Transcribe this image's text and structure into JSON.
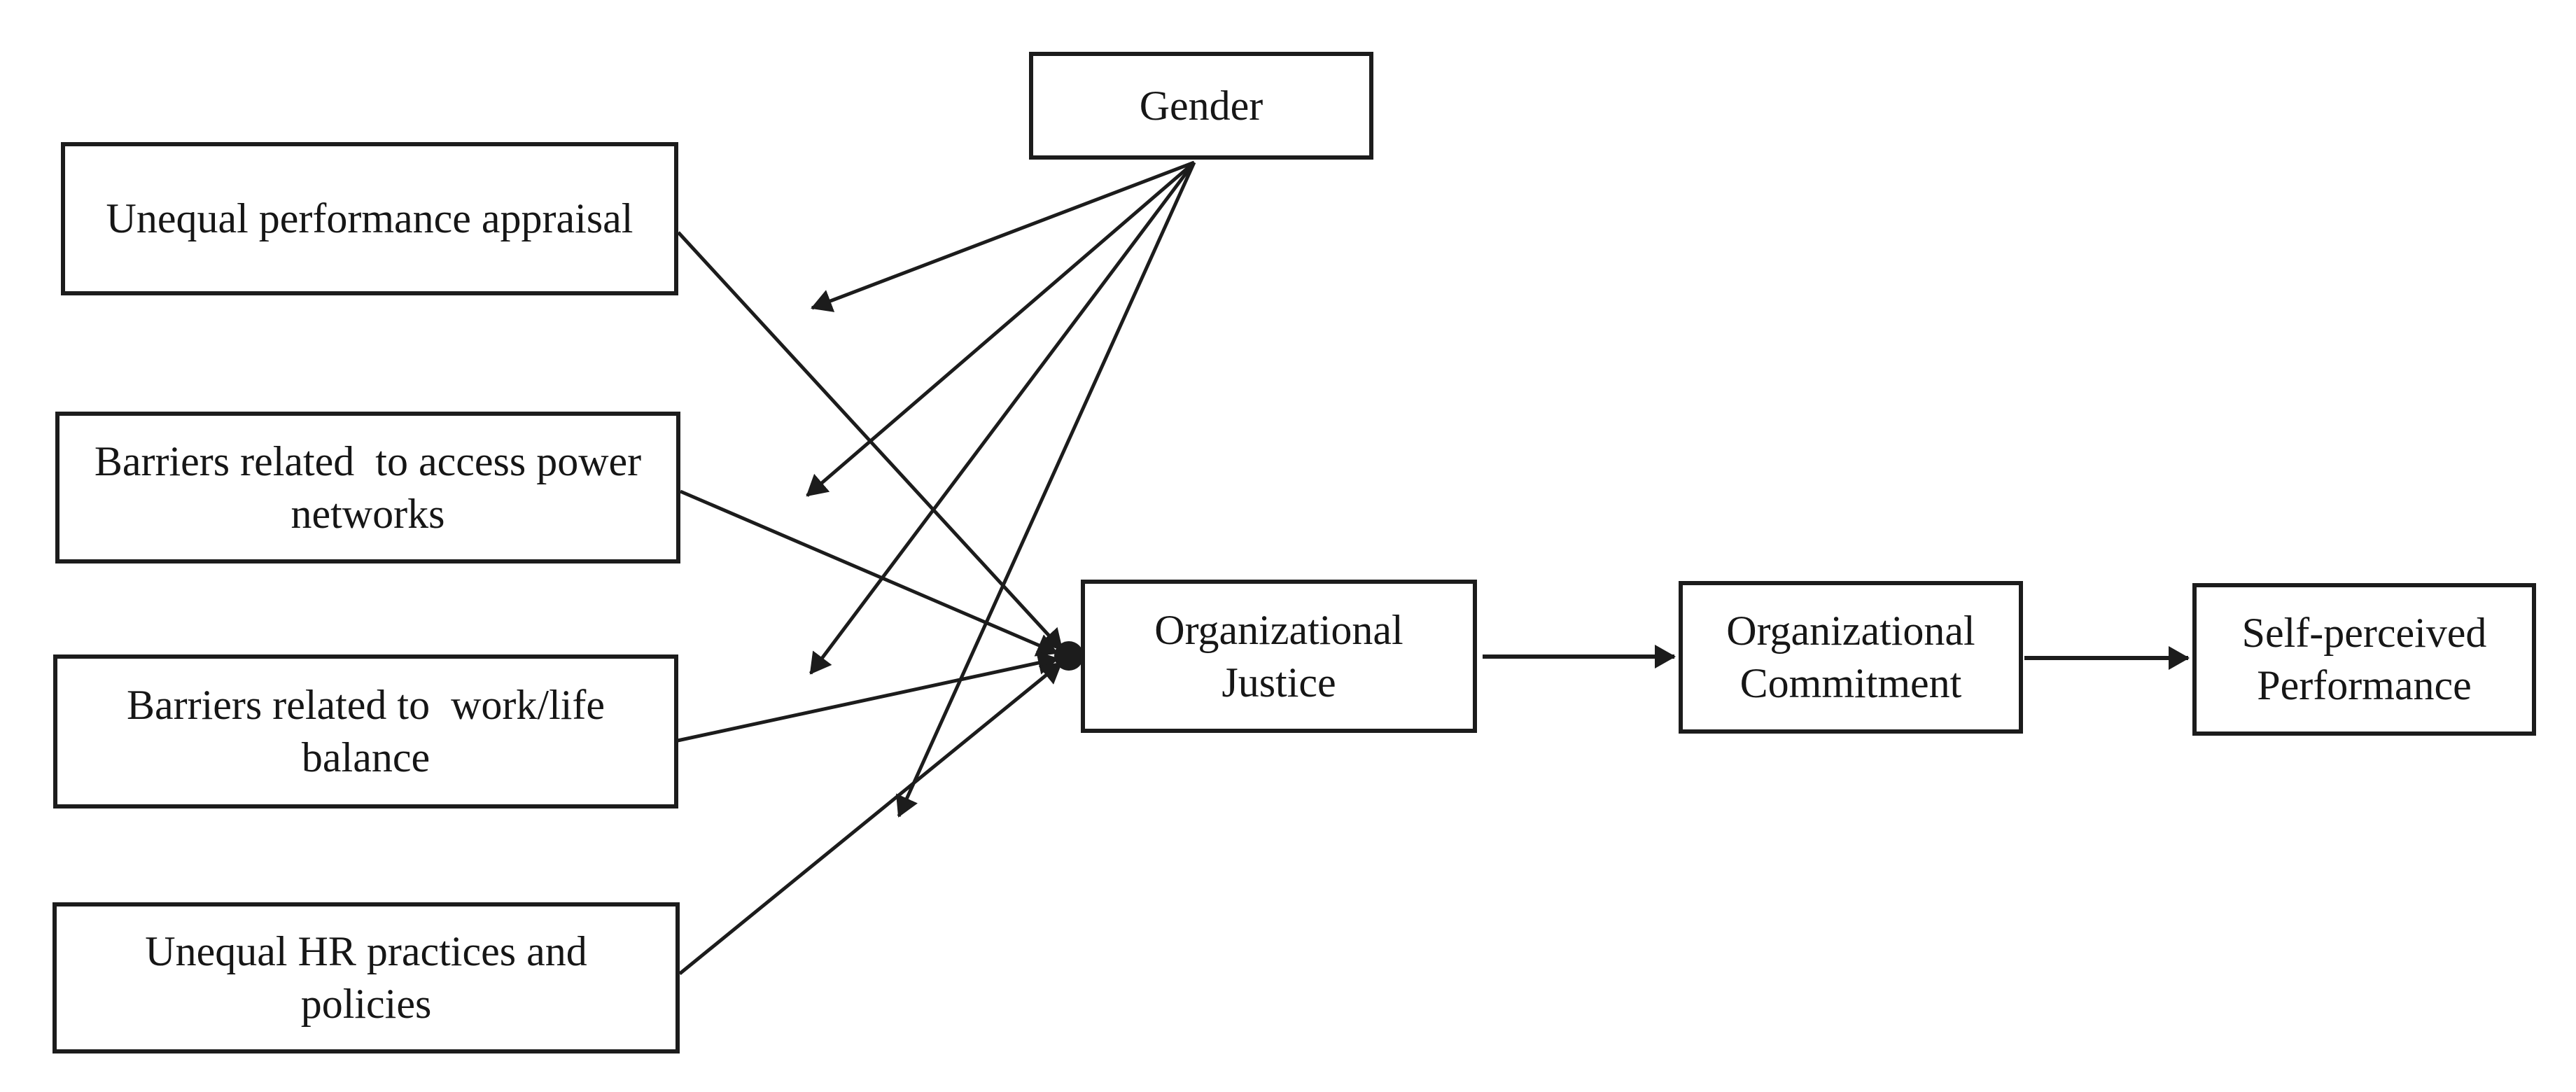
{
  "diagram": {
    "title": "Conceptual model: gender-moderated antecedents of organizational justice, commitment and self-perceived performance",
    "background_color": "#ffffff",
    "stroke_color": "#1c1c1c",
    "box_fill_color": "#ffffff",
    "nodes": {
      "gender": {
        "label": "Gender"
      },
      "unequal_performance_appraisal": {
        "label": "Unequal performance appraisal"
      },
      "barriers_access_power_networks": {
        "label": "Barriers related  to access power\nnetworks"
      },
      "barriers_work_life_balance": {
        "label": "Barriers related to  work/life\nbalance"
      },
      "unequal_hr_practices": {
        "label": "Unequal HR practices and\npolicies"
      },
      "organizational_justice": {
        "label": "Organizational\nJustice"
      },
      "organizational_commitment": {
        "label": "Organizational\nCommitment"
      },
      "self_perceived_performance": {
        "label": "Self-perceived\nPerformance"
      }
    },
    "edges": [
      {
        "from": "unequal_performance_appraisal",
        "to": "organizational_justice",
        "type": "direct"
      },
      {
        "from": "barriers_access_power_networks",
        "to": "organizational_justice",
        "type": "direct"
      },
      {
        "from": "barriers_work_life_balance",
        "to": "organizational_justice",
        "type": "direct"
      },
      {
        "from": "unequal_hr_practices",
        "to": "organizational_justice",
        "type": "direct"
      },
      {
        "from": "gender",
        "to": "path:unequal_performance_appraisal->organizational_justice",
        "type": "moderation"
      },
      {
        "from": "gender",
        "to": "path:barriers_access_power_networks->organizational_justice",
        "type": "moderation"
      },
      {
        "from": "gender",
        "to": "path:barriers_work_life_balance->organizational_justice",
        "type": "moderation"
      },
      {
        "from": "gender",
        "to": "path:unequal_hr_practices->organizational_justice",
        "type": "moderation"
      },
      {
        "from": "organizational_justice",
        "to": "organizational_commitment",
        "type": "direct"
      },
      {
        "from": "organizational_commitment",
        "to": "self_perceived_performance",
        "type": "direct"
      }
    ]
  }
}
